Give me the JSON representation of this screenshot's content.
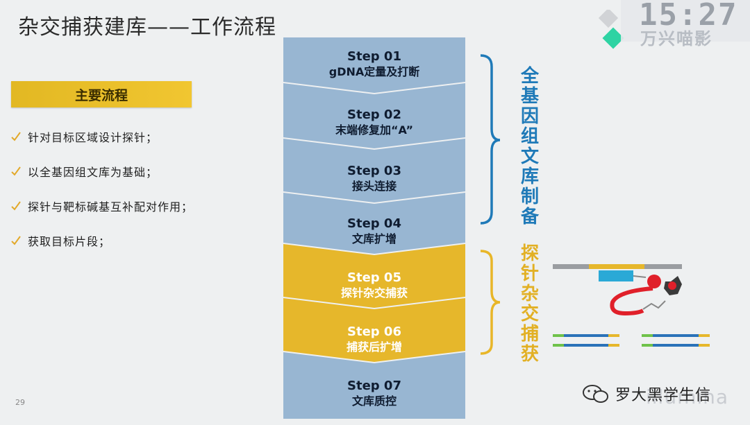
{
  "slide": {
    "title": "杂交捕获建库——工作流程",
    "page_number": "29"
  },
  "overlay": {
    "clock": "15:27",
    "brand": "万兴喵影"
  },
  "banner": {
    "label": "主要流程"
  },
  "bullets": [
    "针对目标区域设计探针；",
    "以全基因组文库为基础；",
    "探针与靶标碱基互补配对作用；",
    "获取目标片段；"
  ],
  "steps": [
    {
      "label": "Step 01",
      "desc": "gDNA定量及打断",
      "phase": "wgs"
    },
    {
      "label": "Step 02",
      "desc": "末端修复加“A”",
      "phase": "wgs"
    },
    {
      "label": "Step 03",
      "desc": "接头连接",
      "phase": "wgs"
    },
    {
      "label": "Step 04",
      "desc": "文库扩增",
      "phase": "wgs"
    },
    {
      "label": "Step 05",
      "desc": "探针杂交捕获",
      "phase": "capture"
    },
    {
      "label": "Step 06",
      "desc": "捕获后扩增",
      "phase": "capture"
    },
    {
      "label": "Step 07",
      "desc": "文库质控",
      "phase": "qc"
    }
  ],
  "phases": {
    "wgs_label": "全基因组文库制备",
    "capture_label": "探针杂交捕获"
  },
  "colors": {
    "step_blue": "#98b6d2",
    "step_gold": "#e6b72b",
    "bracket_blue": "#1f7ab8",
    "bracket_gold": "#e8b628",
    "check_gold": "#e2a92a"
  },
  "watermark": {
    "account": "罗大黑学生信",
    "company": "illumina"
  }
}
